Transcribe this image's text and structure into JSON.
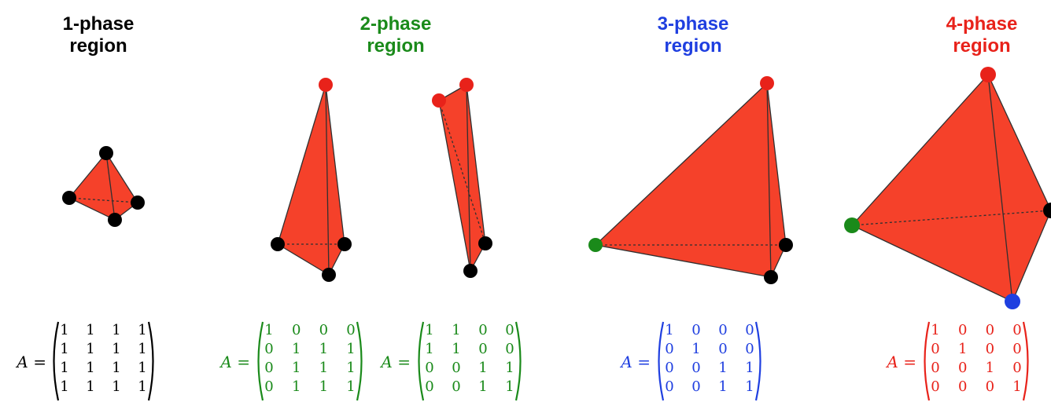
{
  "colors": {
    "face": "#f5412a",
    "edge": "#303030",
    "black": "#000000",
    "green": "#1a8a1a",
    "blue": "#1f3fe0",
    "red": "#e8221a"
  },
  "panels": [
    {
      "title_line1": "1-phase",
      "title_line2": "region",
      "color": "#000000",
      "matrices": [
        {
          "lhs": "A =",
          "rows": [
            [
              "1",
              "1",
              "1",
              "1"
            ],
            [
              "1",
              "1",
              "1",
              "1"
            ],
            [
              "1",
              "1",
              "1",
              "1"
            ],
            [
              "1",
              "1",
              "1",
              "1"
            ]
          ]
        }
      ]
    },
    {
      "title_line1": "2-phase",
      "title_line2": "region",
      "color": "#1a8a1a",
      "matrices": [
        {
          "lhs": "A =",
          "rows": [
            [
              "1",
              "0",
              "0",
              "0"
            ],
            [
              "0",
              "1",
              "1",
              "1"
            ],
            [
              "0",
              "1",
              "1",
              "1"
            ],
            [
              "0",
              "1",
              "1",
              "1"
            ]
          ]
        },
        {
          "lhs": "A =",
          "rows": [
            [
              "1",
              "1",
              "0",
              "0"
            ],
            [
              "1",
              "1",
              "0",
              "0"
            ],
            [
              "0",
              "0",
              "1",
              "1"
            ],
            [
              "0",
              "0",
              "1",
              "1"
            ]
          ]
        }
      ]
    },
    {
      "title_line1": "3-phase",
      "title_line2": "region",
      "color": "#1f3fe0",
      "matrices": [
        {
          "lhs": "A =",
          "rows": [
            [
              "1",
              "0",
              "0",
              "0"
            ],
            [
              "0",
              "1",
              "0",
              "0"
            ],
            [
              "0",
              "0",
              "1",
              "1"
            ],
            [
              "0",
              "0",
              "1",
              "1"
            ]
          ]
        }
      ]
    },
    {
      "title_line1": "4-phase",
      "title_line2": "region",
      "color": "#e8221a",
      "matrices": [
        {
          "lhs": "A =",
          "rows": [
            [
              "1",
              "0",
              "0",
              "0"
            ],
            [
              "0",
              "1",
              "0",
              "0"
            ],
            [
              "0",
              "0",
              "1",
              "0"
            ],
            [
              "0",
              "0",
              "0",
              "1"
            ]
          ]
        }
      ]
    }
  ]
}
